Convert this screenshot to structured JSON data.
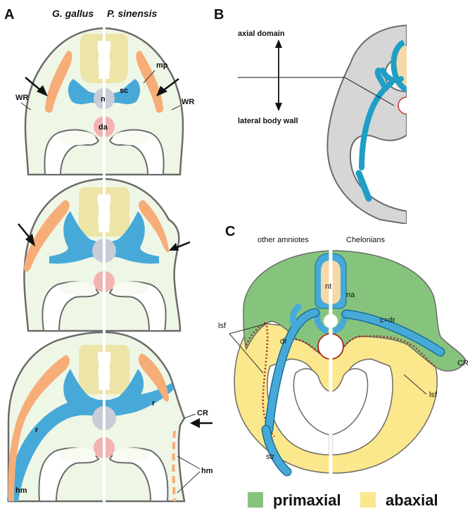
{
  "panels": {
    "a": "A",
    "b": "B",
    "c": "C"
  },
  "panel_a": {
    "species_left": "G. gallus",
    "species_right": "P. sinensis",
    "labels": {
      "mp": "mp",
      "sc": "sc",
      "n": "n",
      "da": "da",
      "wr": "WR",
      "r": "r",
      "cr": "CR",
      "hm": "hm"
    }
  },
  "panel_b": {
    "top_label": "axial domain",
    "bottom_label": "lateral body wall"
  },
  "panel_c": {
    "left_header": "other amniotes",
    "right_header": "Chelonians",
    "labels": {
      "nt": "nt",
      "na": "na",
      "lsf": "lsf",
      "dr": "dr",
      "cdr": "c=dr",
      "cr": "CR",
      "str": "str"
    }
  },
  "legend": [
    {
      "label": "primaxial",
      "color": "#86c47d"
    },
    {
      "label": "abaxial",
      "color": "#fbe88c"
    }
  ],
  "colors": {
    "body_fill": "#eef6e6",
    "outline": "#6b6b6b",
    "orange": "#f6ad78",
    "blue": "#47a9d8",
    "neural": "#ede4a8",
    "notochord": "#c7ccd6",
    "aorta": "#f2b3b3",
    "gray_body": "#d6d6d6",
    "green": "#86c47d",
    "yellow": "#fbe88c",
    "lsf_line": "#a8281e"
  }
}
